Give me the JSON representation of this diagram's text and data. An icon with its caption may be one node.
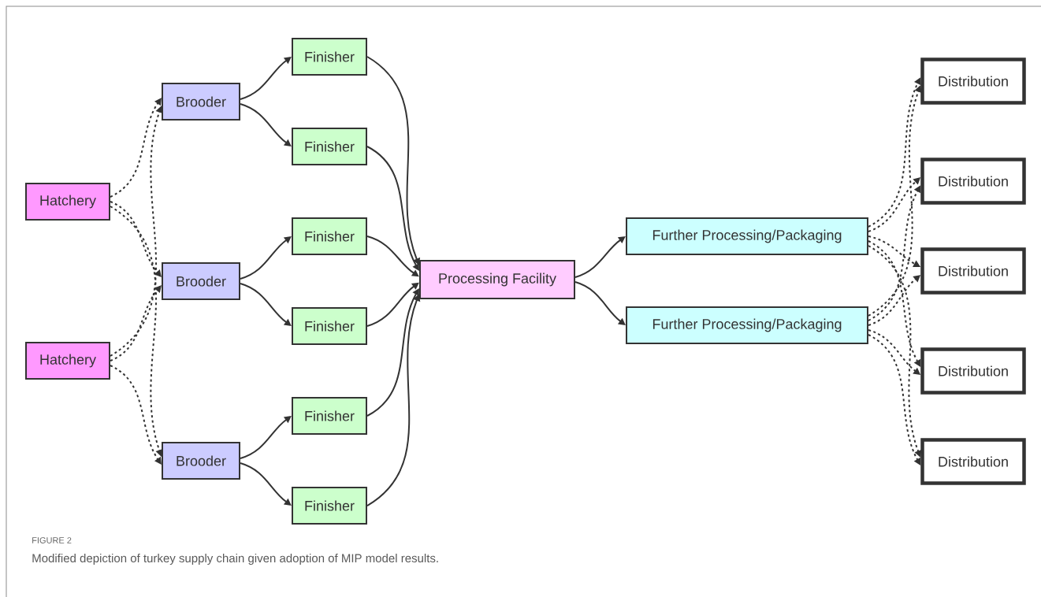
{
  "diagram": {
    "caption": "Modified depiction of turkey supply chain given adoption of MIP model results.",
    "nodes": [
      {
        "text": [
          "Hatchery"
        ]
      },
      {
        "text": [
          "Hatchery"
        ]
      },
      {
        "text": [
          "Brooder"
        ]
      },
      {
        "text": [
          "Brooder"
        ]
      },
      {
        "text": [
          "Brooder"
        ]
      },
      {
        "text": [
          "Finisher"
        ]
      },
      {
        "text": [
          "Finisher"
        ]
      },
      {
        "text": [
          "Finisher"
        ]
      },
      {
        "text": [
          "Finisher"
        ]
      },
      {
        "text": [
          "Finisher"
        ]
      },
      {
        "text": [
          "Finisher"
        ]
      },
      {
        "text": [
          "Processing Facility"
        ]
      },
      {
        "text": [
          "Further Processing/Packaging"
        ]
      },
      {
        "text": [
          "Further Processing/Packaging"
        ]
      },
      {
        "text": [
          "Distribution"
        ]
      },
      {
        "text": [
          "Distribution"
        ]
      },
      {
        "text": [
          "Distribution"
        ]
      },
      {
        "text": [
          "Distribution"
        ]
      },
      {
        "text": [
          "Distribution"
        ]
      }
    ],
    "edges": [
      {
        "from": 0,
        "to": 2,
        "arrow": "to",
        "style": "dashed"
      },
      {
        "from": 0,
        "to": 3,
        "arrow": "to",
        "style": "dashed"
      },
      {
        "from": 0,
        "to": 4,
        "arrow": "to",
        "style": "dashed"
      },
      {
        "from": 1,
        "to": 2,
        "arrow": "to",
        "style": "dashed"
      },
      {
        "from": 1,
        "to": 3,
        "arrow": "to",
        "style": "dashed"
      },
      {
        "from": 1,
        "to": 4,
        "arrow": "to",
        "style": "dashed"
      },
      {
        "from": 2,
        "to": 5,
        "arrow": "to"
      },
      {
        "from": 2,
        "to": 6,
        "arrow": "to"
      },
      {
        "from": 3,
        "to": 7,
        "arrow": "to"
      },
      {
        "from": 3,
        "to": 8,
        "arrow": "to"
      },
      {
        "from": 4,
        "to": 9,
        "arrow": "to"
      },
      {
        "from": 4,
        "to": 10,
        "arrow": "to"
      },
      {
        "from": 5,
        "to": 11,
        "arrow": "to"
      },
      {
        "from": 6,
        "to": 11,
        "arrow": "to"
      },
      {
        "from": 7,
        "to": 11,
        "arrow": "to"
      },
      {
        "from": 8,
        "to": 11,
        "arrow": "to"
      },
      {
        "from": 9,
        "to": 11,
        "arrow": "to"
      },
      {
        "from": 10,
        "to": 11,
        "arrow": "to"
      },
      {
        "from": 11,
        "to": 12,
        "arrow": "to"
      },
      {
        "from": 11,
        "to": 13,
        "arrow": "to"
      },
      {
        "from": 12,
        "to": 14,
        "arrow": "to",
        "style": "dashed"
      },
      {
        "from": 12,
        "to": 15,
        "arrow": "to",
        "style": "dashed"
      },
      {
        "from": 12,
        "to": 16,
        "arrow": "to",
        "style": "dashed"
      },
      {
        "from": 12,
        "to": 17,
        "arrow": "to",
        "style": "dashed"
      },
      {
        "from": 12,
        "to": 18,
        "arrow": "to",
        "style": "dashed"
      },
      {
        "from": 13,
        "to": 14,
        "arrow": "to",
        "style": "dashed"
      },
      {
        "from": 13,
        "to": 15,
        "arrow": "to",
        "style": "dashed"
      },
      {
        "from": 13,
        "to": 16,
        "arrow": "to",
        "style": "dashed"
      },
      {
        "from": 13,
        "to": 17,
        "arrow": "to",
        "style": "dashed"
      },
      {
        "from": 13,
        "to": 18,
        "arrow": "to",
        "style": "dashed"
      }
    ],
    "labels": [
      "FIGURE 2"
    ]
  }
}
